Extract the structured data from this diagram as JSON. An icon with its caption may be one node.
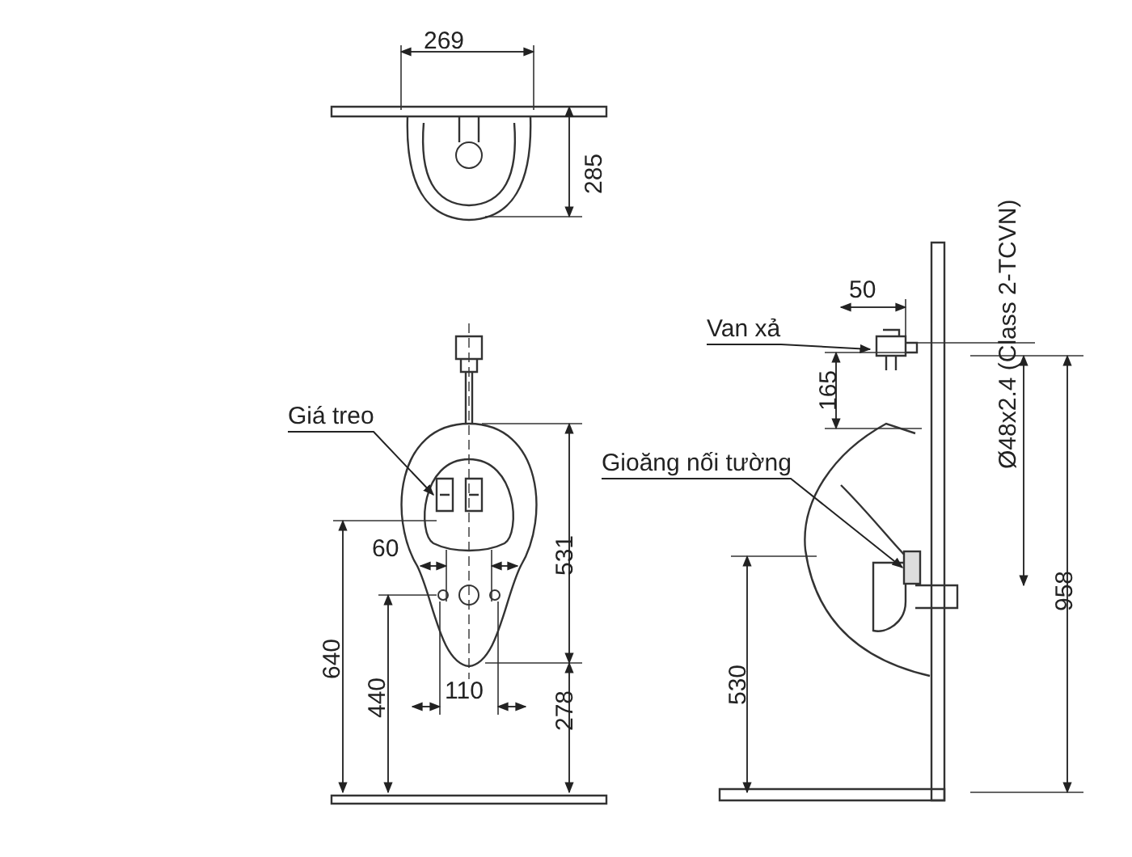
{
  "diagram": {
    "nodes": [
      {
        "text": [
          "Giá treo"
        ]
      },
      {
        "text": [],
        "shape": "picture"
      },
      {
        "text": [
          "Van xả"
        ]
      },
      {
        "text": [],
        "shape": "picture"
      },
      {
        "text": [
          "Gioăng nối tường"
        ]
      },
      {
        "text": [],
        "shape": "box"
      }
    ],
    "edges": [
      {
        "from": 0,
        "to": 1,
        "arrow": "to"
      },
      {
        "from": 2,
        "to": 3,
        "arrow": "to"
      },
      {
        "from": 4,
        "to": 5,
        "arrow": "to"
      }
    ],
    "labels": [
      "269",
      "285",
      "50",
      "165",
      "Ø48x2.4 (Class 2-TCVN)",
      "60",
      "531",
      "958",
      "640",
      "440",
      "110",
      "278",
      "530"
    ]
  }
}
